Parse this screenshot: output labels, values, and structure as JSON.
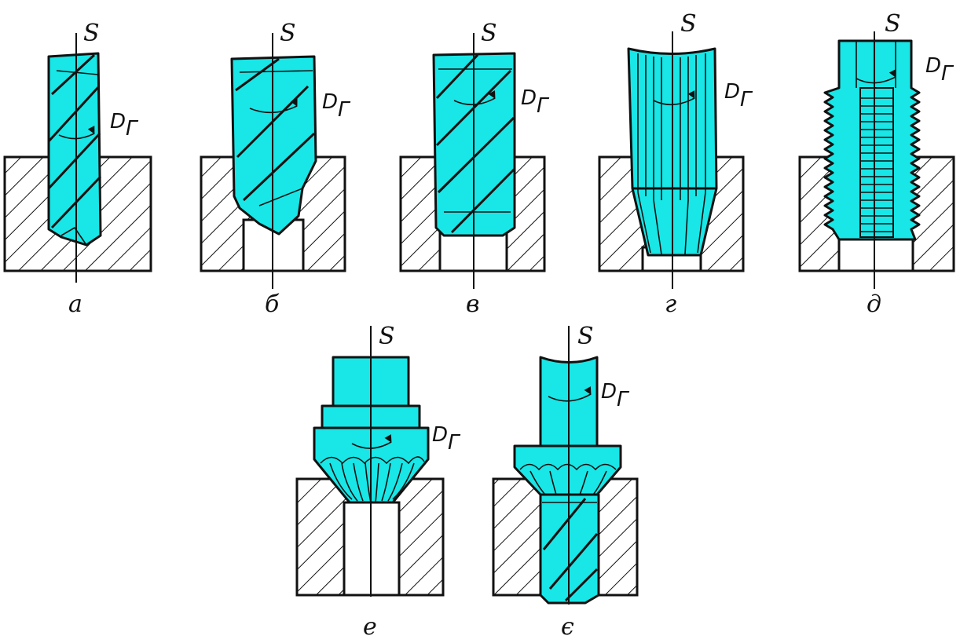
{
  "colors": {
    "tool": "#19e6e6",
    "outline": "#111111",
    "background": "#ffffff"
  },
  "symbols": {
    "feed": "S",
    "rotation_main": "D",
    "rotation_sub": "Г"
  },
  "panels": [
    {
      "id": "a",
      "label": "а",
      "tool": "twist-drill-in-blind-hole"
    },
    {
      "id": "b",
      "label": "б",
      "tool": "core-drill"
    },
    {
      "id": "v",
      "label": "в",
      "tool": "countersink-drill"
    },
    {
      "id": "g",
      "label": "г",
      "tool": "reamer"
    },
    {
      "id": "d",
      "label": "д",
      "tool": "tap"
    },
    {
      "id": "e",
      "label": "е",
      "tool": "countersink"
    },
    {
      "id": "ye",
      "label": "є",
      "tool": "combined-countersink"
    }
  ]
}
